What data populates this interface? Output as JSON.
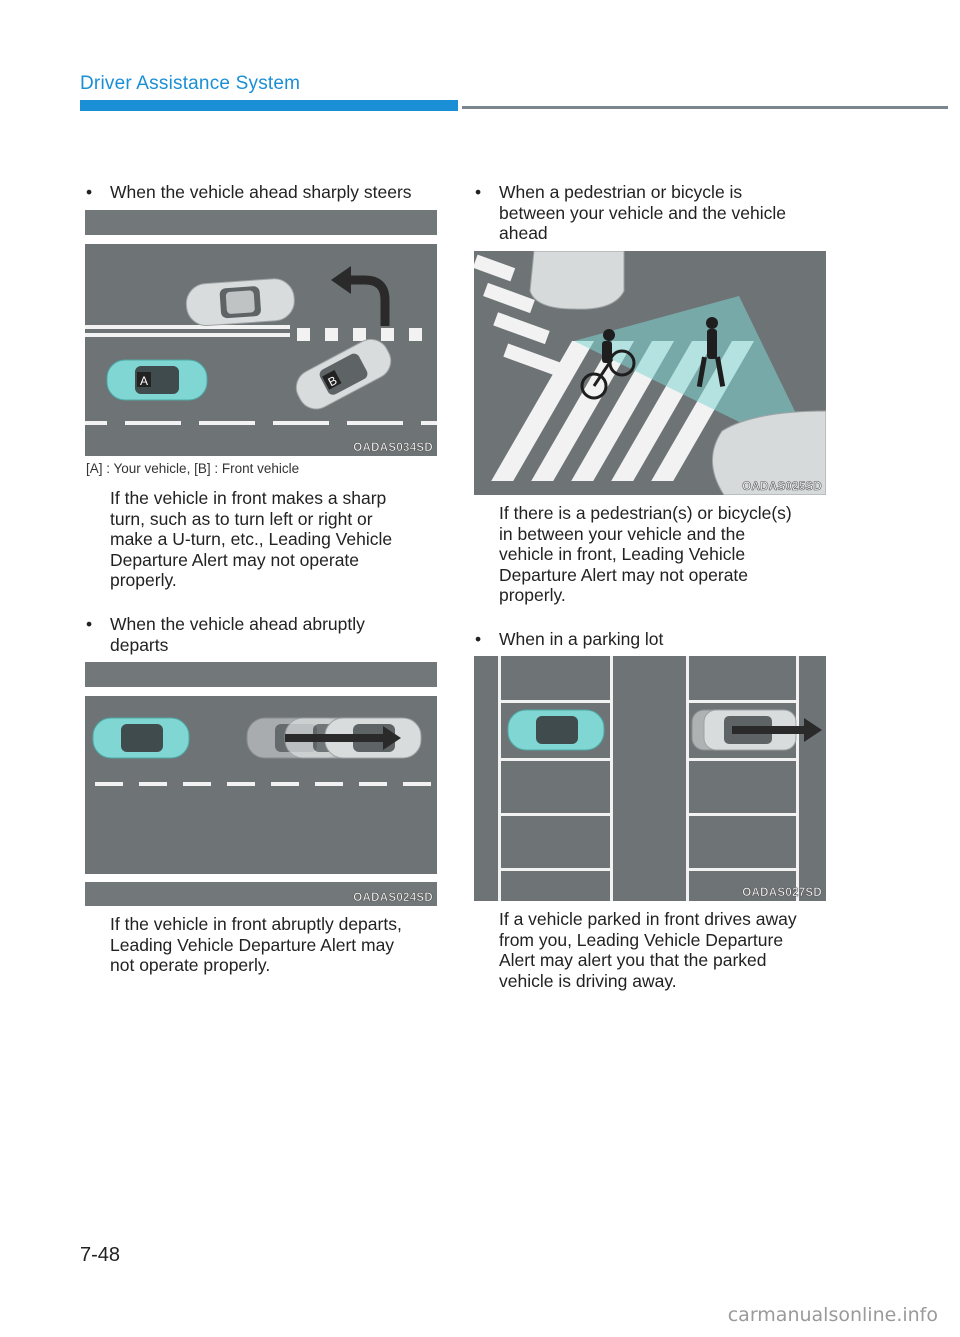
{
  "header": {
    "title": "Driver Assistance System"
  },
  "left": {
    "bullet1": "When the vehicle ahead sharply steers",
    "fig1_code": "OADAS034SD",
    "fig1_caption": "[A] : Your vehicle, [B] : Front vehicle",
    "fig1_label_a": "A",
    "fig1_label_b": "B",
    "para1": [
      "If the vehicle in front makes a sharp",
      "turn, such as to turn left or right or",
      "make a U-turn, etc., Leading Vehicle",
      "Departure Alert may not operate",
      "properly."
    ],
    "bullet2": [
      "When the vehicle ahead abruptly",
      "departs"
    ],
    "fig2_code": "OADAS024SD",
    "para2": [
      "If the vehicle in front abruptly departs,",
      "Leading Vehicle Departure Alert may",
      "not operate properly."
    ]
  },
  "right": {
    "bullet1": [
      "When a pedestrian or bicycle is",
      "between your vehicle and the vehicle",
      "ahead"
    ],
    "fig1_code": "OADAS025SD",
    "para1": [
      "If there is a pedestrian(s) or bicycle(s)",
      "in between your vehicle and the",
      "vehicle in front, Leading Vehicle",
      "Departure Alert may not operate",
      "properly."
    ],
    "bullet2": "When in a parking lot",
    "fig2_code": "OADAS027SD",
    "para2": [
      "If a vehicle parked in front drives away",
      "from you, Leading Vehicle Departure",
      "Alert may alert you that the parked",
      "vehicle is driving away."
    ]
  },
  "footer": {
    "page_number": "7-48",
    "watermark": "carmanualsonline.info"
  },
  "colors": {
    "accent": "#1a8fd6",
    "road": "#6e7376",
    "own_vehicle": "#7fd6d3"
  }
}
